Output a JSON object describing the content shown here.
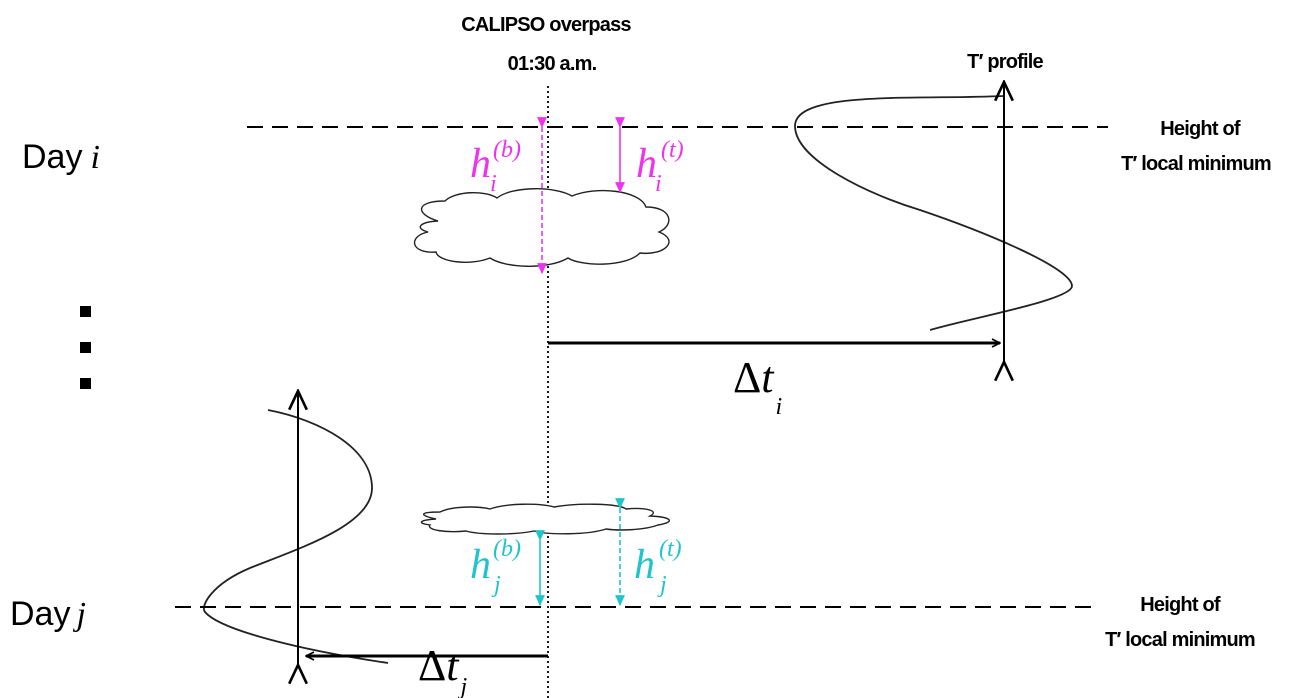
{
  "overpass": {
    "line1": "CALIPSO overpass",
    "line2": "01:30 a.m."
  },
  "profile_label": "T′ profile",
  "day_i": {
    "word": "Day",
    "index": "i"
  },
  "day_j": {
    "word": "Day",
    "index": "j"
  },
  "min_label_i": {
    "line1": "Height of",
    "line2": "T′ local minimum"
  },
  "min_label_j": {
    "line1": "Height of",
    "line2": "T′ local minimum"
  },
  "hb_i": {
    "base": "h",
    "sup": "(b)",
    "sub": "i"
  },
  "ht_i": {
    "base": "h",
    "sup": "(t)",
    "sub": "i"
  },
  "hb_j": {
    "base": "h",
    "sup": "(b)",
    "sub": "j"
  },
  "ht_j": {
    "base": "h",
    "sup": "(t)",
    "sub": "j"
  },
  "dt_i": {
    "delta": "Δ",
    "t": "t",
    "sub": "i"
  },
  "dt_j": {
    "delta": "Δ",
    "t": "t",
    "sub": "j"
  },
  "colors": {
    "day_i": "#ee33ee",
    "day_j": "#22c4cc",
    "lines": "#000000"
  },
  "ellipsis_icon": "vertical-dots"
}
